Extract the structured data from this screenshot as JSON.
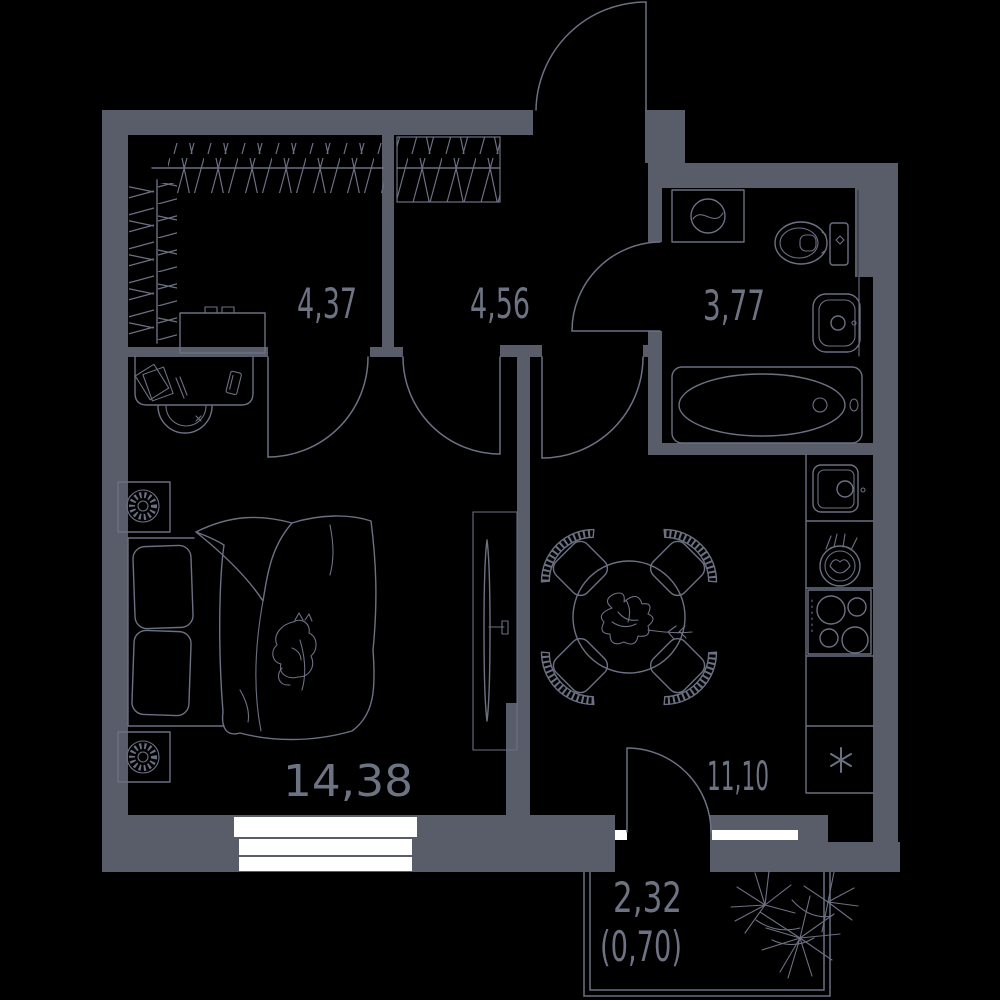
{
  "title": "Apartment floor plan (1-room flat)",
  "colors": {
    "background": "#000000",
    "walls": "#595d69",
    "lines": "#6b7183",
    "labels": "#6e7383",
    "window_fill": "#ffffff",
    "shaft_line": "#41454f"
  },
  "rooms": {
    "dressing": {
      "name": "dressing-room",
      "area": "4,37"
    },
    "hallway": {
      "name": "hallway",
      "area": "4,56"
    },
    "bathroom": {
      "name": "bathroom",
      "area": "3,77"
    },
    "bedroom": {
      "name": "bedroom",
      "area": "14,38"
    },
    "kitchen_living": {
      "name": "kitchen-living",
      "area": "11,10"
    },
    "balcony": {
      "name": "balcony",
      "area": "2,32",
      "area_reduced": "(0,70)"
    }
  },
  "fixtures": [
    "wardrobe-rail-hatching",
    "desk-with-chair",
    "double-bed-with-pillows-and-cat",
    "nightstand-lamp",
    "tv-panel",
    "round-dining-table-with-4-chairs",
    "table-plant",
    "washing-machine",
    "toilet",
    "washbasin",
    "bathtub",
    "kitchen-sink",
    "boiler-vent",
    "cooktop-4-burners",
    "fridge-asterisk",
    "window",
    "balcony-door",
    "entrance-door",
    "balcony-plant"
  ]
}
